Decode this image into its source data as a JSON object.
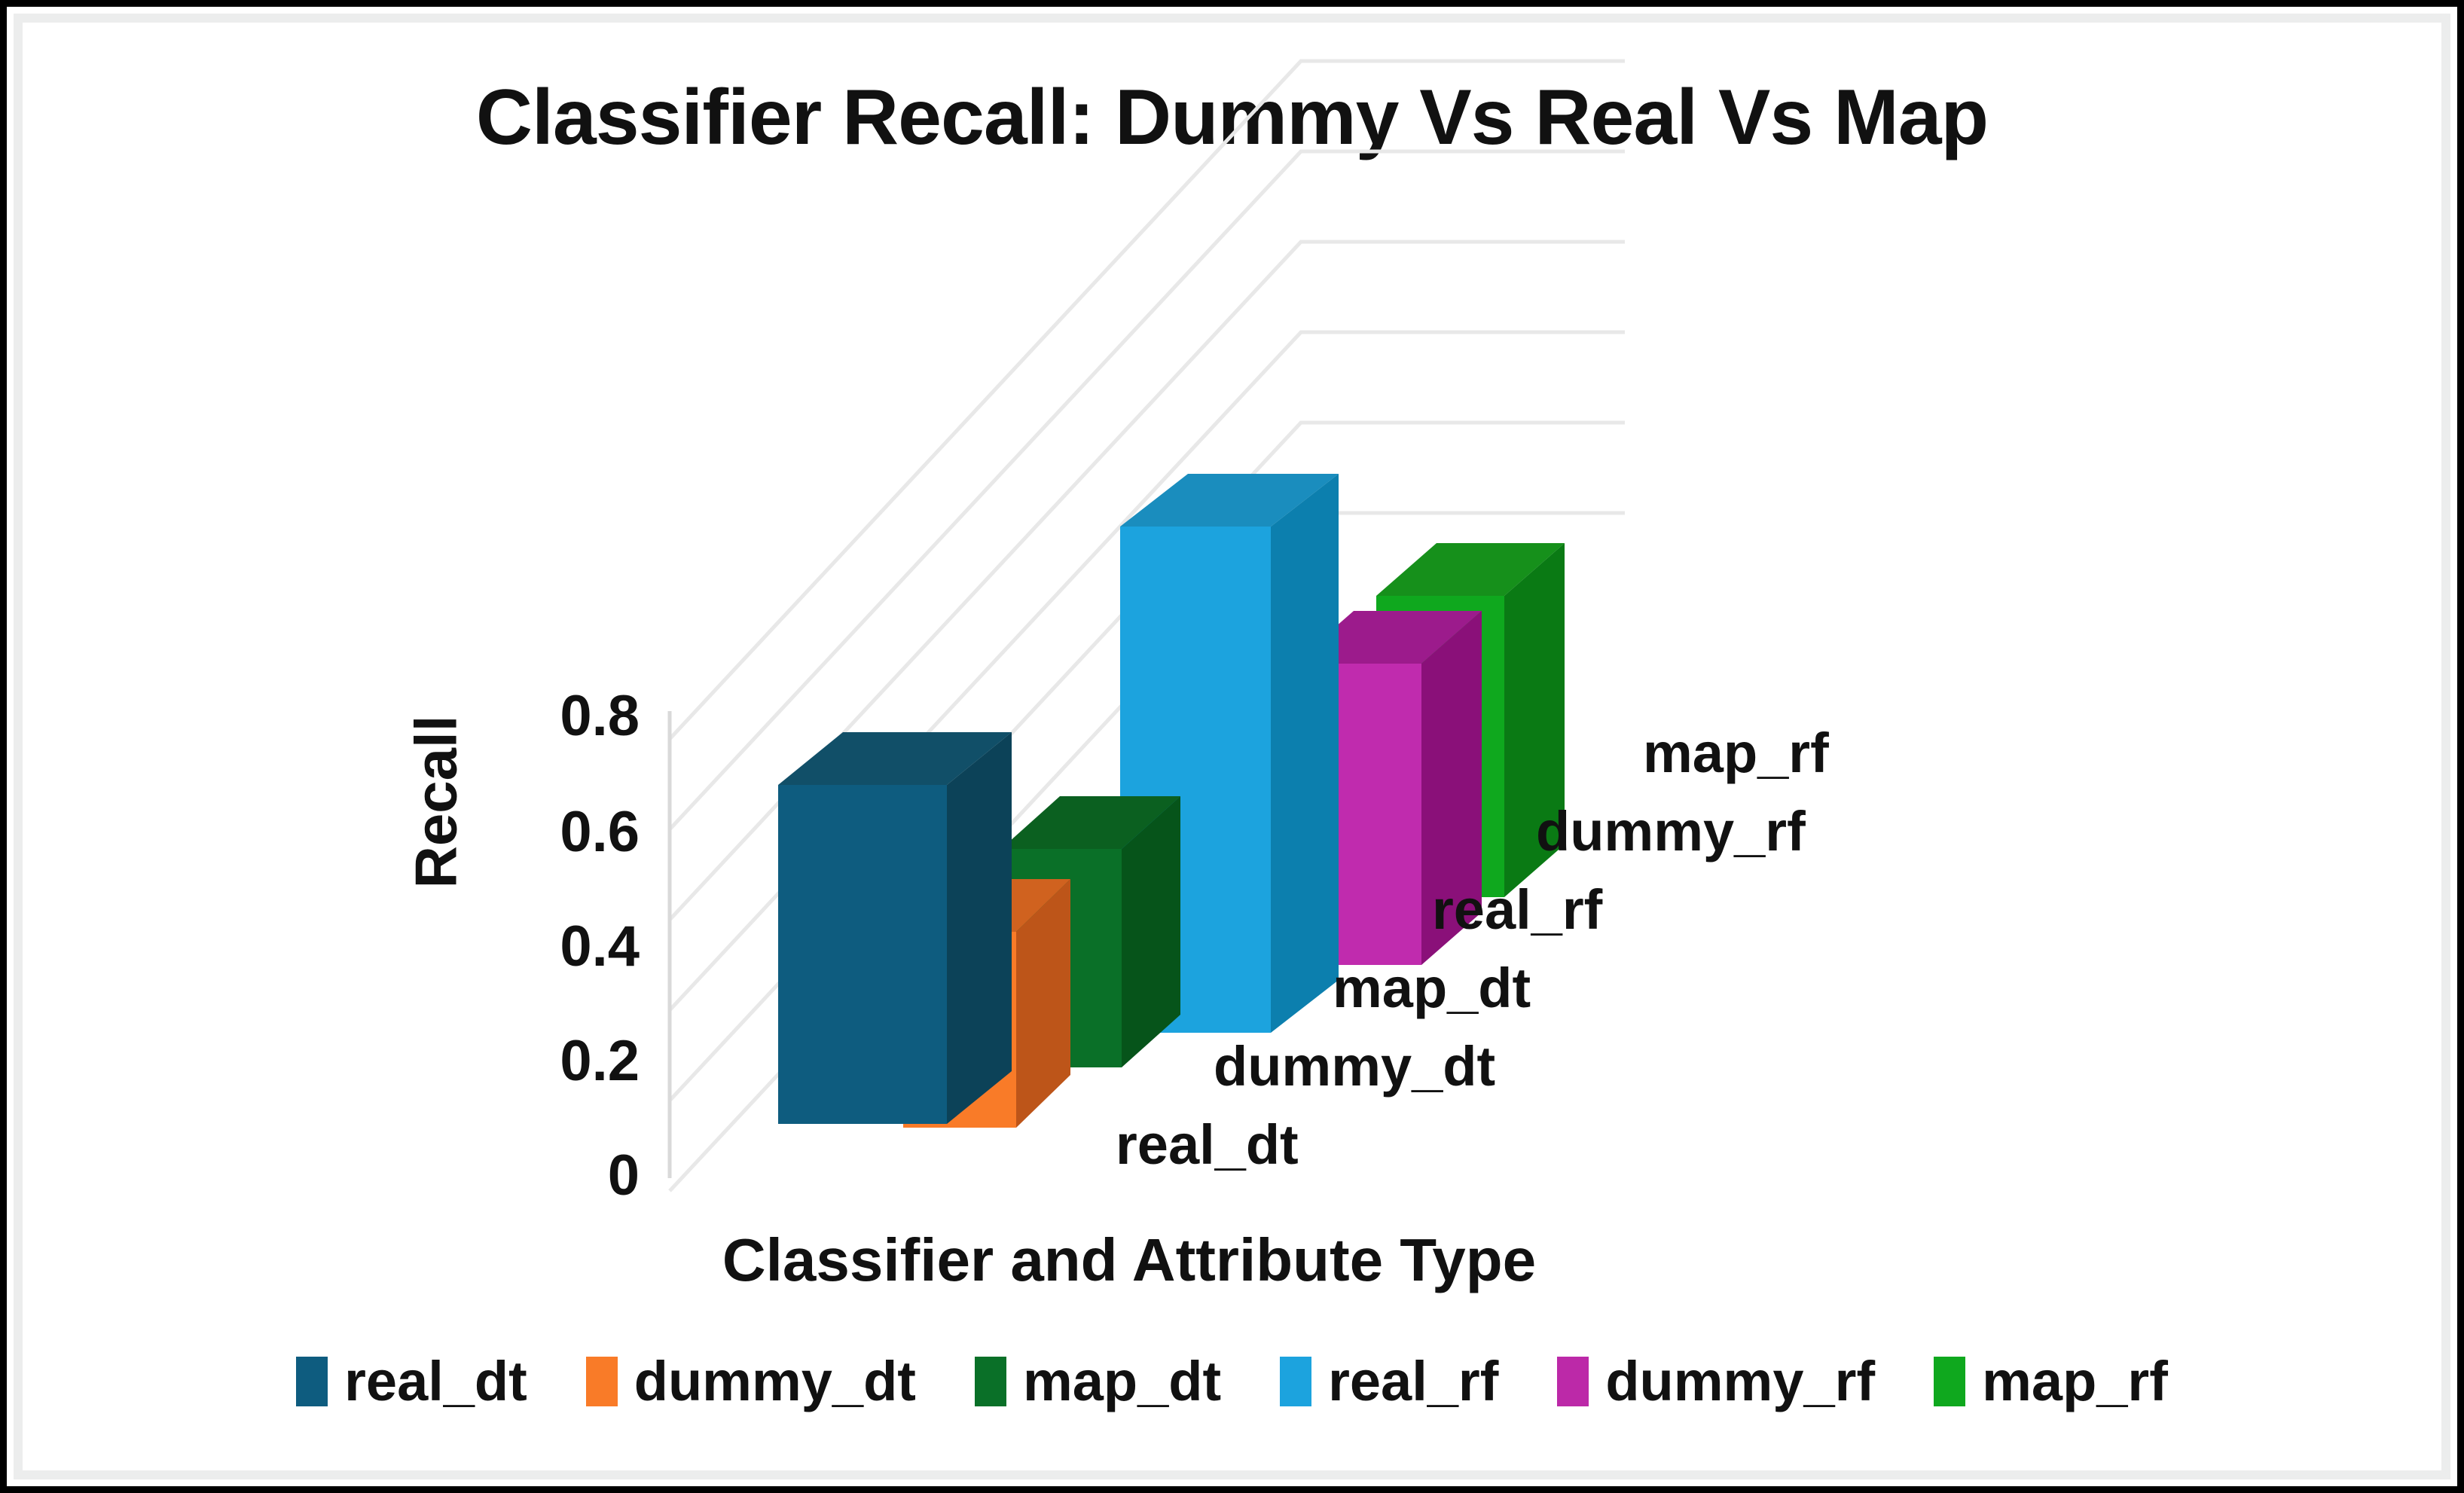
{
  "chart_data": {
    "type": "bar",
    "title": "Classifier Recall: Dummy Vs Real Vs Map",
    "xlabel": "Classifier and Attribute Type",
    "ylabel": "Recall",
    "categories": [
      "real_dt",
      "dummy_dt",
      "map_dt",
      "real_rf",
      "dummy_rf",
      "map_rf"
    ],
    "values": [
      0.62,
      0.3,
      0.48,
      0.95,
      0.7,
      0.82
    ],
    "series": [
      {
        "name": "real_dt",
        "values": [
          0.62
        ],
        "color": "#0E5C7F"
      },
      {
        "name": "dummy_dt",
        "values": [
          0.3
        ],
        "color": "#F97B28"
      },
      {
        "name": "map_dt",
        "values": [
          0.48
        ],
        "color": "#0A7028"
      },
      {
        "name": "real_rf",
        "values": [
          0.95
        ],
        "color": "#1CA3DE"
      },
      {
        "name": "dummy_rf",
        "values": [
          0.7
        ],
        "color": "#BC29A8"
      },
      {
        "name": "map_rf",
        "values": [
          0.82
        ],
        "color": "#0FA81E"
      }
    ],
    "ytick_labels": [
      "0.8",
      "0.6",
      "0.4",
      "0.2",
      "0"
    ],
    "ytick_values": [
      0.8,
      0.6,
      0.4,
      0.2,
      0
    ],
    "ylim": [
      0,
      1.0
    ],
    "grid": true,
    "legend_position": "bottom",
    "style": "3d-bar"
  },
  "title": "Classifier Recall: Dummy Vs Real Vs Map",
  "axes": {
    "y_title": "Recall",
    "x_title": "Classifier and Attribute Type",
    "yticks": [
      {
        "label": "0.8"
      },
      {
        "label": "0.6"
      },
      {
        "label": "0.4"
      },
      {
        "label": "0.2"
      },
      {
        "label": "0"
      }
    ]
  },
  "category_labels": [
    {
      "label": "real_dt"
    },
    {
      "label": "dummy_dt"
    },
    {
      "label": "map_dt"
    },
    {
      "label": "real_rf"
    },
    {
      "label": "dummy_rf"
    },
    {
      "label": "map_rf"
    }
  ],
  "legend": {
    "items": [
      {
        "label": "real_dt",
        "color": "#0E5C7F"
      },
      {
        "label": "dummy_dt",
        "color": "#F97B28"
      },
      {
        "label": "map_dt",
        "color": "#0A7028"
      },
      {
        "label": "real_rf",
        "color": "#1CA3DE"
      },
      {
        "label": "dummy_rf",
        "color": "#BC29A8"
      },
      {
        "label": "map_rf",
        "color": "#0FA81E"
      }
    ]
  },
  "colors": {
    "border": "#000000",
    "inner_border": "#eceded",
    "background": "#ffffff",
    "gridline": "#e8e8e8",
    "text": "#111111"
  }
}
